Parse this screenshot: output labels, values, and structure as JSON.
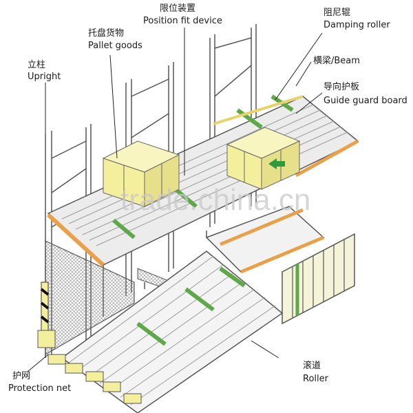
{
  "labels": {
    "upright": {
      "cn": "立柱",
      "en": "Upright"
    },
    "pallet_goods": {
      "cn": "托盘货物",
      "en": "Pallet goods"
    },
    "position_fit_device": {
      "cn": "限位装置",
      "en": "Position fit device"
    },
    "damping_roller": {
      "cn": "阻尼辊",
      "en": "Damping roller"
    },
    "beam": {
      "text": "横梁/Beam"
    },
    "guide_guard_board": {
      "cn": "导向护板",
      "en": "Guide guard board"
    },
    "protection_net": {
      "cn": "护网",
      "en": "Protection net"
    },
    "roller": {
      "cn": "滚道",
      "en": "Roller"
    }
  },
  "watermark": "trade.china.cn",
  "colors": {
    "line": "#555555",
    "beam_orange": "#e8a04a",
    "pallet_yellow": "#f3ef9c",
    "roller_green": "#5fa84a",
    "roller_plate": "#dcdcdc",
    "net_gray": "#8a8a8a",
    "leader": "#222222"
  },
  "icons": [
    "green-arrow-icon"
  ]
}
